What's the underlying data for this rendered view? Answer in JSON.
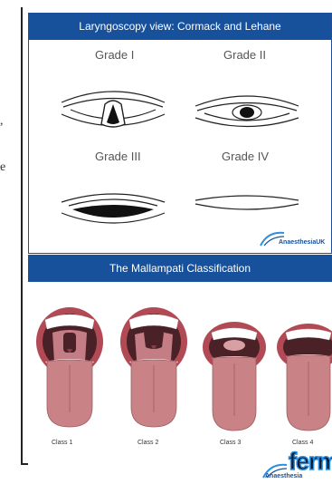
{
  "left_margin": [
    ",",
    "e"
  ],
  "cormack": {
    "title": "Laryngoscopy view: Cormack and Lehane",
    "grades": [
      "Grade I",
      "Grade II",
      "Grade III",
      "Grade IV"
    ],
    "logo": "AnaesthesiaUK"
  },
  "mallampati": {
    "title": "The Mallampati Classification",
    "classes": [
      "Class 1",
      "Class 2",
      "Class 3",
      "Class 4"
    ],
    "logo": "Anaesthesia"
  },
  "watermark": "ferm",
  "colors": {
    "banner": "#17509b",
    "lips": "#b24a56",
    "tongue": "#c98386",
    "mouth_dark": "#4a2126"
  }
}
